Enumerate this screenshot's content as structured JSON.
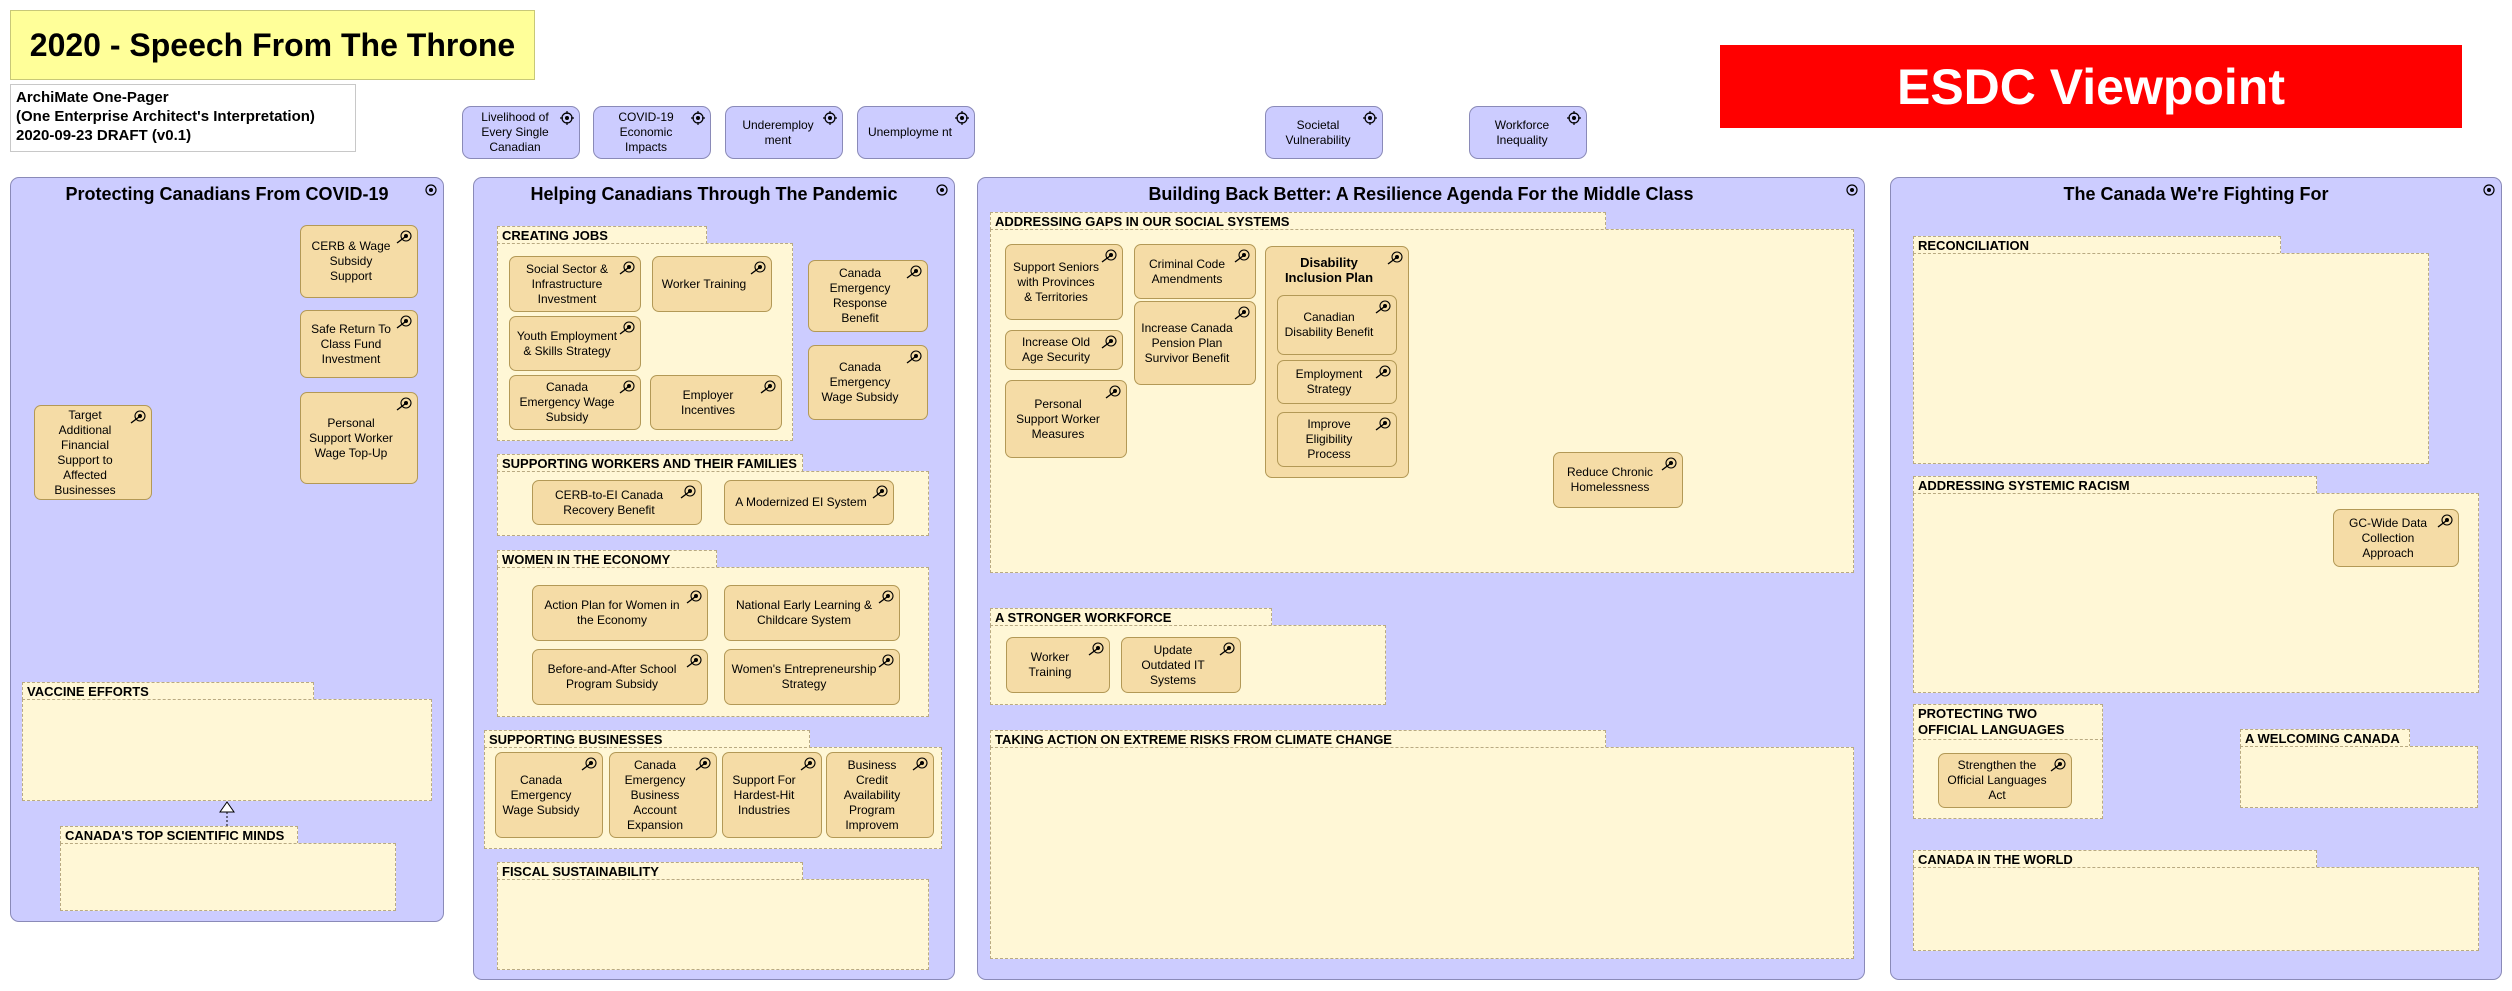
{
  "header": {
    "title": "2020 - Speech From The Throne",
    "meta": [
      "ArchiMate One-Pager",
      "(One Enterprise Architect's Interpretation)",
      "2020-09-23  DRAFT  (v0.1)"
    ],
    "viewpoint": "ESDC Viewpoint"
  },
  "colors": {
    "pillar": "#ccccff",
    "node": "#f5dca6",
    "group": "#fff7d6",
    "banner": "#ff0000",
    "title": "#ffff99"
  },
  "drivers": [
    "Livelihood of Every Single Canadian",
    "COVID-19 Economic Impacts",
    "Underemploy ment",
    "Unemployme nt",
    "Societal Vulnerability",
    "Workforce Inequality"
  ],
  "pillars": {
    "covid": {
      "title": "Protecting Canadians From COVID-19",
      "nodes": [
        "CERB & Wage Subsidy Support",
        "Safe Return To Class Fund Investment",
        "Personal Support Worker Wage Top-Up",
        "Target Additional Financial Support to Affected Businesses"
      ],
      "groups": {
        "vaccine": "VACCINE EFFORTS",
        "scientific": "CANADA'S TOP SCIENTIFIC MINDS"
      }
    },
    "pandemic": {
      "title": "Helping Canadians Through The Pandemic",
      "groups": {
        "jobs": {
          "label": "CREATING JOBS",
          "nodes": [
            "Social Sector & Infrastructure Investment",
            "Worker Training",
            "Youth Employment & Skills Strategy",
            "Canada Emergency Wage Subsidy",
            "Employer Incentives"
          ]
        },
        "workers": {
          "label": "SUPPORTING WORKERS AND THEIR FAMILIES",
          "nodes": [
            "CERB-to-EI Canada Recovery Benefit",
            "A Modernized EI System"
          ]
        },
        "women": {
          "label": "WOMEN IN THE ECONOMY",
          "nodes": [
            "Action Plan for Women in the Economy",
            "National Early Learning & Childcare System",
            "Before-and-After School Program Subsidy",
            "Women's Entrepreneurship Strategy"
          ]
        },
        "business": {
          "label": "SUPPORTING BUSINESSES",
          "nodes": [
            "Canada Emergency Wage Subsidy",
            "Canada Emergency Business Account Expansion",
            "Support For Hardest-Hit Industries",
            "Business Credit Availability Program Improvem"
          ]
        },
        "fiscal": {
          "label": "FISCAL SUSTAINABILITY"
        }
      },
      "standalone": [
        "Canada Emergency Response Benefit",
        "Canada Emergency Wage Subsidy"
      ]
    },
    "building": {
      "title": "Building Back Better: A Resilience Agenda For the Middle Class",
      "groups": {
        "gaps": {
          "label": "ADDRESSING GAPS IN OUR SOCIAL SYSTEMS",
          "nodes": [
            "Support Seniors with Provinces & Territories",
            "Criminal Code Amendments",
            "Increase Old Age Security",
            "Increase Canada Pension Plan Survivor Benefit",
            "Personal Support Worker Measures",
            "Reduce Chronic Homelessness"
          ]
        },
        "disability": {
          "label": "Disability Inclusion Plan",
          "nodes": [
            "Canadian Disability Benefit",
            "Employment Strategy",
            "Improve Eligibility Process"
          ]
        },
        "workforce": {
          "label": "A STRONGER WORKFORCE",
          "nodes": [
            "Worker Training",
            "Update Outdated IT Systems"
          ]
        },
        "climate": {
          "label": "TAKING ACTION ON EXTREME RISKS FROM CLIMATE CHANGE"
        }
      }
    },
    "fighting": {
      "title": "The Canada We're Fighting For",
      "groups": {
        "reconciliation": {
          "label": "RECONCILIATION"
        },
        "racism": {
          "label": "ADDRESSING SYSTEMIC RACISM",
          "nodes": [
            "GC-Wide Data Collection Approach"
          ]
        },
        "languages": {
          "label": "PROTECTING TWO OFFICIAL LANGUAGES",
          "nodes": [
            "Strengthen the Official Languages Act"
          ]
        },
        "welcoming": {
          "label": "A WELCOMING CANADA"
        },
        "world": {
          "label": "CANADA IN THE WORLD"
        }
      }
    }
  }
}
